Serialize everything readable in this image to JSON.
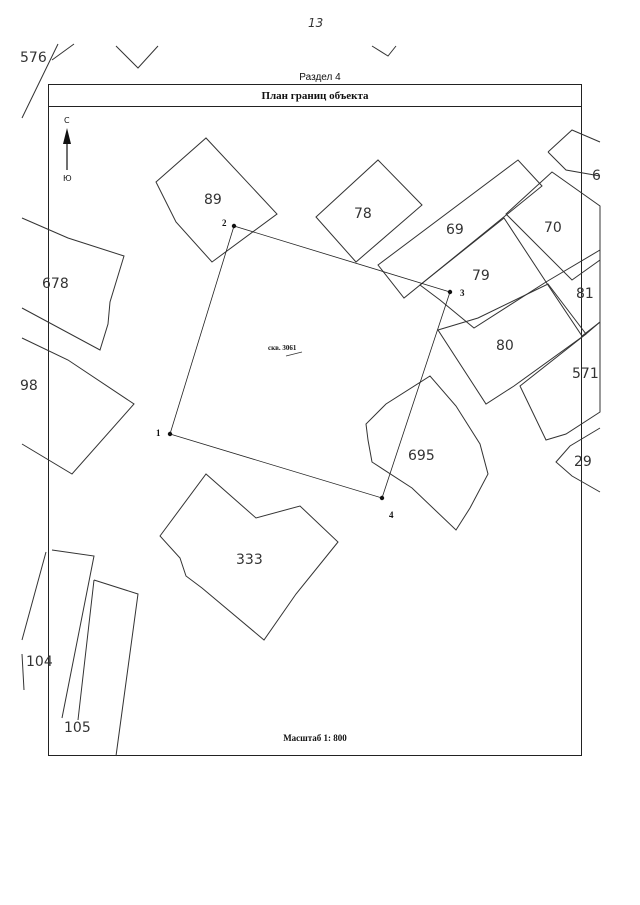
{
  "page_number": "13",
  "section_label": "Раздел 4",
  "title": "План границ объекта",
  "scale": "Масштаб 1: 800",
  "north_arrow": {
    "north": "С",
    "south": "Ю"
  },
  "object_label": "скв. 3061",
  "vertices": [
    "1",
    "2",
    "3",
    "4"
  ],
  "parcels": {
    "p89": "89",
    "p78": "78",
    "p69": "69",
    "p70": "70",
    "p6": "6",
    "p79": "79",
    "p81": "81",
    "p80": "80",
    "p571": "571",
    "p678": "678",
    "p98": "98",
    "p695": "695",
    "p29": "29",
    "p333": "333",
    "p104": "104",
    "p105": "105",
    "p576": "576"
  }
}
